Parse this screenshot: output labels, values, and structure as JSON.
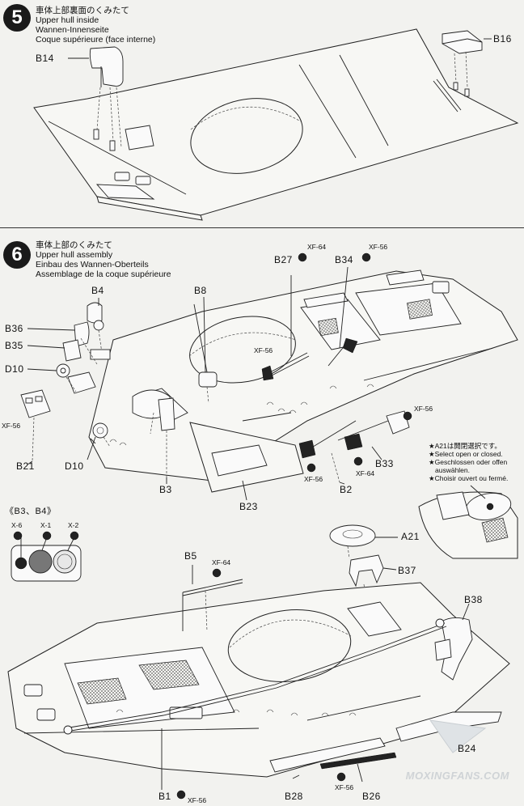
{
  "steps": [
    {
      "number": "5",
      "title_jp": "車体上部裏面のくみたて",
      "title_en": "Upper hull inside",
      "title_de": "Wannen-Innenseite",
      "title_fr": "Coque supérieure (face interne)"
    },
    {
      "number": "6",
      "title_jp": "車体上部のくみたて",
      "title_en": "Upper hull assembly",
      "title_de": "Einbau des Wannen-Oberteils",
      "title_fr": "Assemblage de la coque supérieure"
    }
  ],
  "part_labels": {
    "b14": "B14",
    "b16": "B16",
    "b4": "B4",
    "b8": "B8",
    "b27": "B27",
    "b34": "B34",
    "b36": "B36",
    "b35": "B35",
    "d10a": "D10",
    "d10b": "D10",
    "b21": "B21",
    "b3": "B3",
    "b23": "B23",
    "b2": "B2",
    "b33": "B33",
    "a21": "A21",
    "b5": "B5",
    "b37": "B37",
    "b38": "B38",
    "b1": "B1",
    "b28": "B28",
    "b26": "B26",
    "b24": "B24"
  },
  "paint_labels": {
    "p_xf64_b27": "XF-64",
    "p_xf56_b34": "XF-56",
    "p_xf56_b8": "XF-56",
    "p_xf56_b21": "XF-56",
    "p_xf56_b2": "XF-56",
    "p_xf56_b33": "XF-56",
    "p_xf64_b33": "XF-64",
    "p_xf64_b5": "XF-64",
    "p_xf56_b1": "XF-56",
    "p_xf56_b26": "XF-56"
  },
  "inset": {
    "title": "《B3、B4》",
    "paints": [
      "X-6",
      "X-1",
      "X-2"
    ]
  },
  "note": {
    "jp": "★A21は開閉選択です。",
    "en": "★Select open or closed.",
    "de1": "★Geschlossen oder offen",
    "de2": "auswählen.",
    "fr": "★Choisir ouvert ou fermé."
  },
  "watermark": "MOXINGFANS.COM",
  "colors": {
    "paper": "#f2f2ef",
    "ink": "#222222",
    "paint_dot": "#1a1a1a",
    "watermark": "#cfd3d6"
  }
}
